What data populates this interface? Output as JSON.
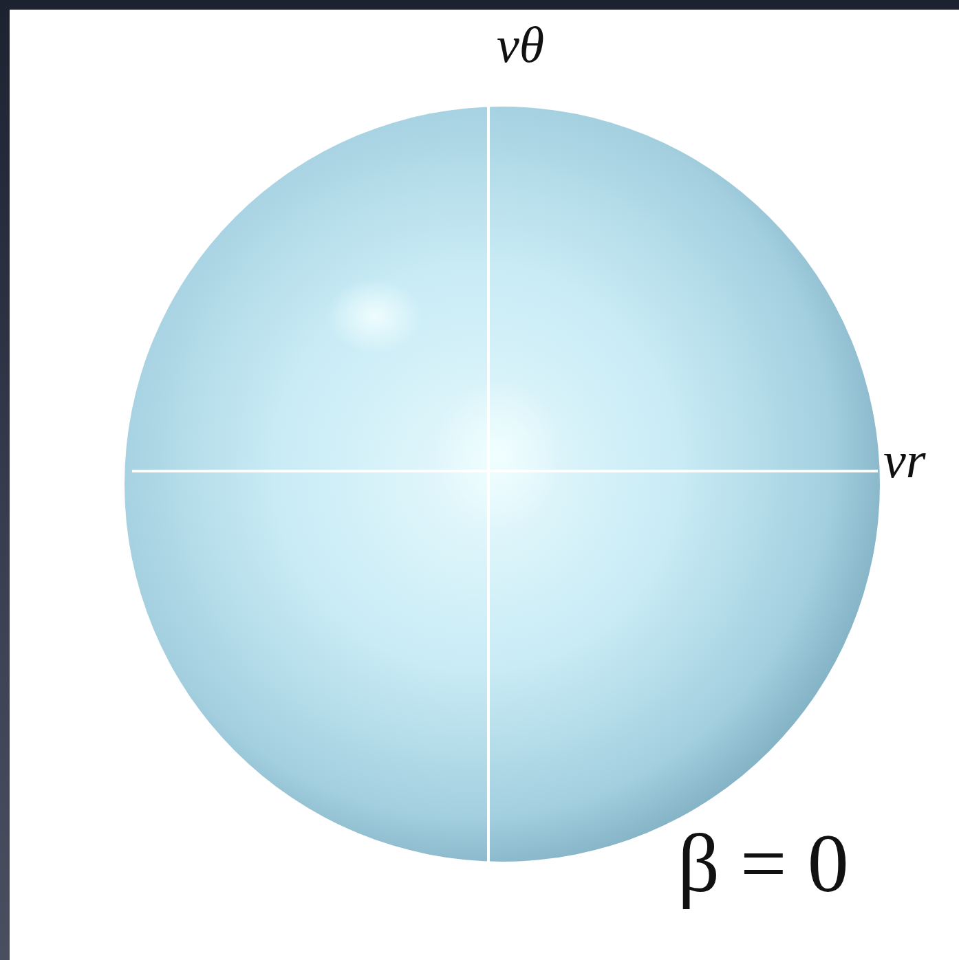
{
  "diagram": {
    "labels": [
      "vθ",
      "vr",
      "β = 0"
    ]
  }
}
